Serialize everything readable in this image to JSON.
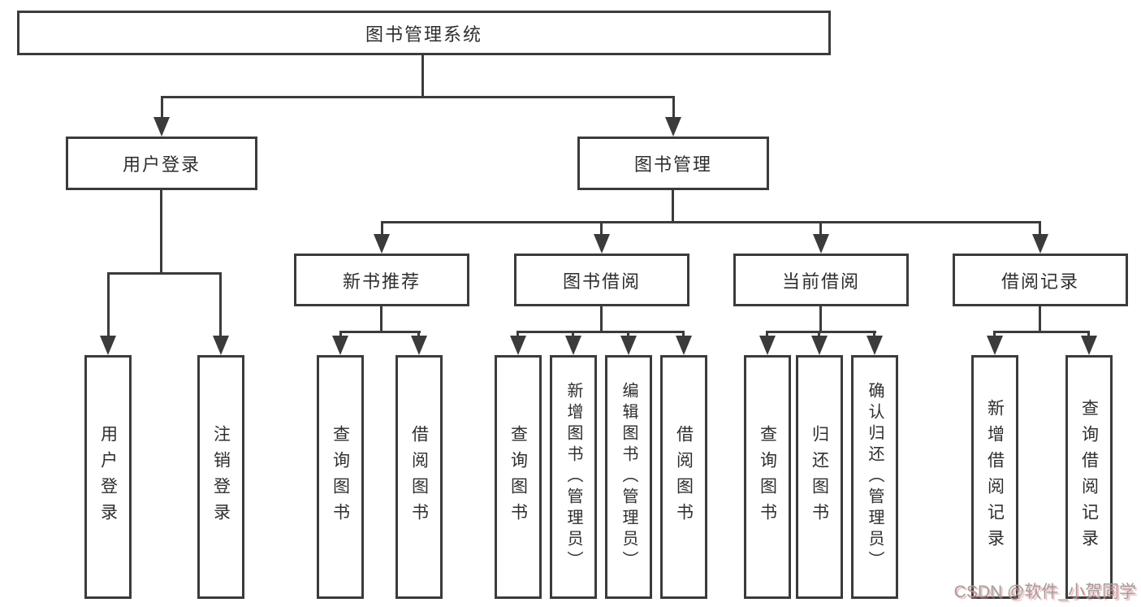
{
  "diagram": {
    "title": "图书管理系统",
    "root": "图书管理系统",
    "level2": [
      "用户登录",
      "图书管理"
    ],
    "level3": [
      "新书推荐",
      "图书借阅",
      "当前借阅",
      "借阅记录"
    ],
    "leaves": [
      "用户登录",
      "注销登录",
      "查询图书",
      "借阅图书",
      "查询图书",
      "新增图书（管理员）",
      "编辑图书（管理员）",
      "借阅图书",
      "查询图书",
      "归还图书",
      "确认归还（管理员）",
      "新增借阅记录",
      "查询借阅记录"
    ]
  },
  "watermark": "CSDN @软件_小贺同学",
  "colors": {
    "line": "#3b3b3b",
    "text": "#2e2e2e",
    "background": "#ffffff",
    "watermark_text": "#9f9f9f",
    "watermark_shadow": "#eb7878"
  }
}
